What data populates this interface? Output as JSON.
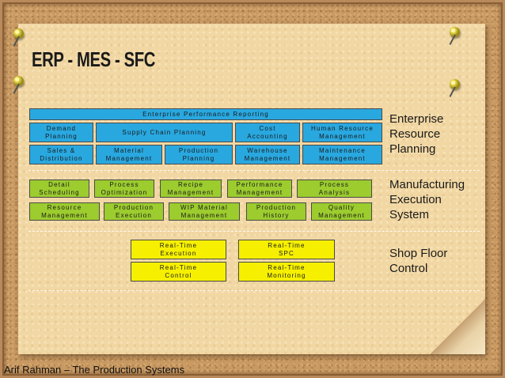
{
  "title": "ERP - MES - SFC",
  "erp": {
    "header": "Enterprise Performance Reporting",
    "row1": [
      "Demand\nPlanning",
      "Supply Chain Planning",
      "Cost\nAccounting",
      "Human Resource\nManagement"
    ],
    "row2": [
      "Sales &\nDistribution",
      "Material\nManagement",
      "Production\nPlanning",
      "Warehouse\nManagement",
      "Maintenance\nManagement"
    ],
    "label": "Enterprise\nResource\nPlanning"
  },
  "mes": {
    "row1": [
      "Detail\nScheduling",
      "Process\nOptimization",
      "Recipe\nManagement",
      "Performance\nManagement",
      "Process\nAnalysis"
    ],
    "row2": [
      "Resource\nManagement",
      "Production\nExecution",
      "WIP Material\nManagement",
      "Production\nHistory",
      "Quality\nManagement"
    ],
    "label": "Manufacturing\nExecution\nSystem"
  },
  "sfc": {
    "row1": [
      "Real-Time\nExecution",
      "Real-Time\nSPC"
    ],
    "row2": [
      "Real-Time\nControl",
      "Real-Time\nMonitoring"
    ],
    "label": "Shop Floor\nControl"
  },
  "footer": "Arif Rahman – The Production Systems",
  "colors": {
    "erp": "#29a8e0",
    "mes": "#9ccc2e",
    "sfc": "#f6f000"
  }
}
